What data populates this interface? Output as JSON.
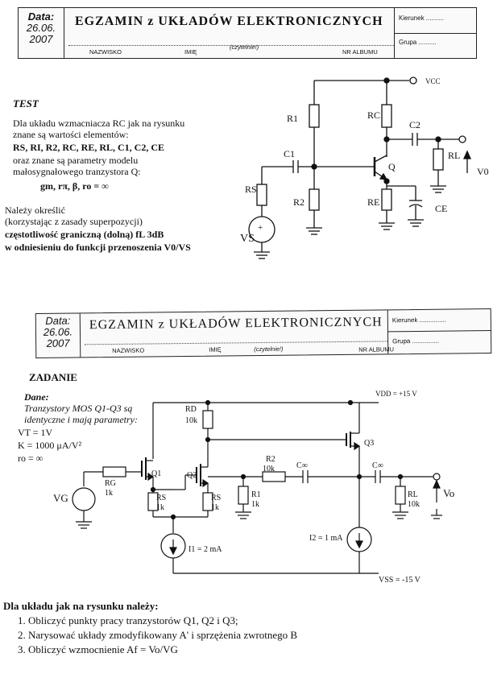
{
  "header": {
    "data_label": "Data:",
    "date_line1": "26.06.",
    "date_line2": "2007",
    "title": "EGZAMIN z UKŁADÓW ELEKTRONICZNYCH",
    "nazwisko": "NAZWISKO",
    "imie": "IMIĘ",
    "czytelnie": "(czytelnie!)",
    "nr_albumu": "NR ALBUMU",
    "kierunek": "Kierunek",
    "grupa": "Grupa"
  },
  "test": {
    "heading": "TEST",
    "lines": [
      "Dla układu wzmacniacza RC jak na rysunku",
      "znane są wartości elementów:",
      "RS, RI, R2, RC, RE, RL, C1, C2, CE",
      "oraz znane są parametry modelu",
      "małosygnałowego tranzystora Q:",
      "gm, rπ, β, ro = ∞"
    ],
    "task_lines": [
      "Należy określić",
      "(korzystając z zasady superpozycji)",
      "częstotliwość graniczną (dolną) fL 3dB",
      "w odniesieniu do funkcji przenoszenia V0/VS"
    ],
    "circuit_labels": {
      "vcc": "VCC",
      "r1": "R1",
      "rc": "RC",
      "c2": "C2",
      "rl": "RL",
      "c1": "C1",
      "q": "Q",
      "rs": "RS",
      "r2": "R2",
      "re": "RE",
      "ce": "CE",
      "vs": "VS",
      "v0": "V0"
    }
  },
  "zadanie": {
    "heading": "ZADANIE",
    "dane": "Dane:",
    "given": [
      "Tranzystory MOS Q1-Q3 są",
      "identyczne i mają parametry:",
      "VT = 1V",
      "K = 1000 μA/V²",
      "ro = ∞"
    ],
    "circuit_labels": {
      "vdd": "VDD = +15 V",
      "rd": "RD",
      "rd_val": "10k",
      "q3": "Q3",
      "q1": "Q1",
      "q2": "Q2",
      "r2": "R2",
      "r2_val": "10k",
      "cinf1": "C∞",
      "cinf2": "C∞",
      "rg": "RG",
      "rg_val": "1k",
      "vg": "VG",
      "rs1": "RS",
      "rs1_val": "1k",
      "rs2": "RS",
      "rs2_val": "1k",
      "r1": "R1",
      "r1_val": "1k",
      "rl": "RL",
      "rl_val": "10k",
      "vo": "Vo",
      "i1": "I1 = 2 mA",
      "i2": "I2 = 1 mA",
      "vss": "VSS = -15 V"
    },
    "intro": "Dla układu jak na rysunku należy:",
    "tasks": [
      "1. Obliczyć punkty pracy tranzystorów Q1, Q2 i Q3;",
      "2. Narysować układy zmodyfikowany A' i sprzężenia zwrotnego B",
      "3. Obliczyć wzmocnienie Af = Vo/VG"
    ]
  }
}
